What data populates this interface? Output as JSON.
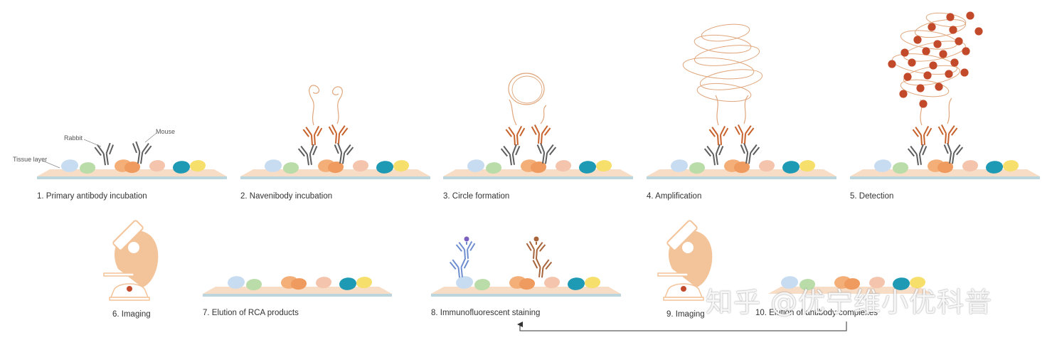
{
  "labels": {
    "tissue_layer": "Tissue layer",
    "rabbit": "Rabbit",
    "mouse": "Mouse"
  },
  "steps": [
    {
      "caption": "1. Primary antibody incubation"
    },
    {
      "caption": "2. Navenibody incubation"
    },
    {
      "caption": "3. Circle formation"
    },
    {
      "caption": "4. Amplification"
    },
    {
      "caption": "5. Detection"
    },
    {
      "caption": "6. Imaging"
    },
    {
      "caption": "7. Elution of RCA products"
    },
    {
      "caption": "8. Immunofluorescent staining"
    },
    {
      "caption": "9. Imaging"
    },
    {
      "caption": "10. Elution of antibody complexes"
    }
  ],
  "watermark": "知乎 @优宁维小优科普",
  "colors": {
    "tissue_base": "#f7dcc6",
    "tissue_line": "#bcd6de",
    "cell_blue": "#c7dcf0",
    "cell_green": "#b9dca8",
    "cell_orange": "#f4ae77",
    "cell_peach": "#f4c4ac",
    "cell_teal": "#1e9ab4",
    "cell_yellow": "#f7df6b",
    "antibody_gray": "#5e5e5e",
    "antibody_orange": "#c8622c",
    "dna_strand": "#e0a67c",
    "dot": "#c2492a",
    "microscope": "#f3c39a",
    "stain_blue": "#6f8ed0",
    "stain_purple": "#7a5fc0",
    "stain_brown": "#a8643a"
  }
}
